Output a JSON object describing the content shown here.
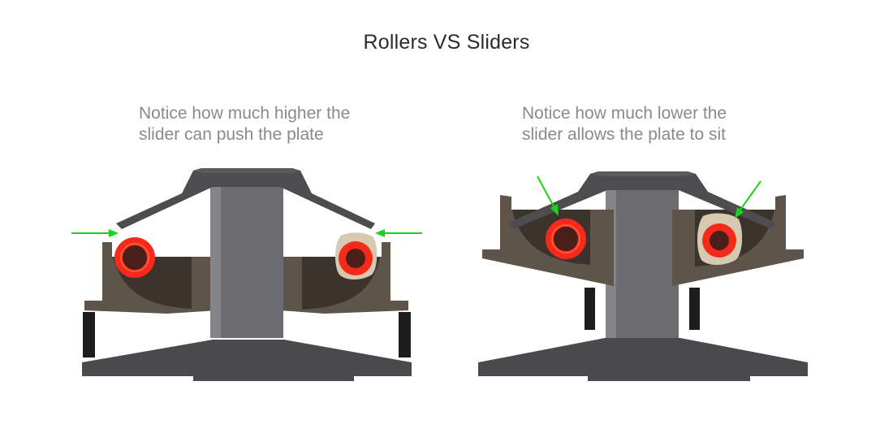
{
  "title": "Rollers VS Sliders",
  "left_panel": {
    "caption_line1": "Notice how much higher the",
    "caption_line2": "slider can push the plate"
  },
  "right_panel": {
    "caption_line1": "Notice how much lower the",
    "caption_line2": "slider allows the plate to sit"
  },
  "colors": {
    "ramp_plate": "#4d4d50",
    "post": "#6c6c70",
    "post_highlight": "#858589",
    "sheave": "#4a4a4c",
    "housing": "#5e5449",
    "pocket": "#3c332c",
    "roller_red": "#f52a1a",
    "roller_core": "#4a1f1a",
    "slider_beige": "#d6c9b0",
    "arrow_green": "#19d419",
    "spring": "#1d1d1f"
  }
}
